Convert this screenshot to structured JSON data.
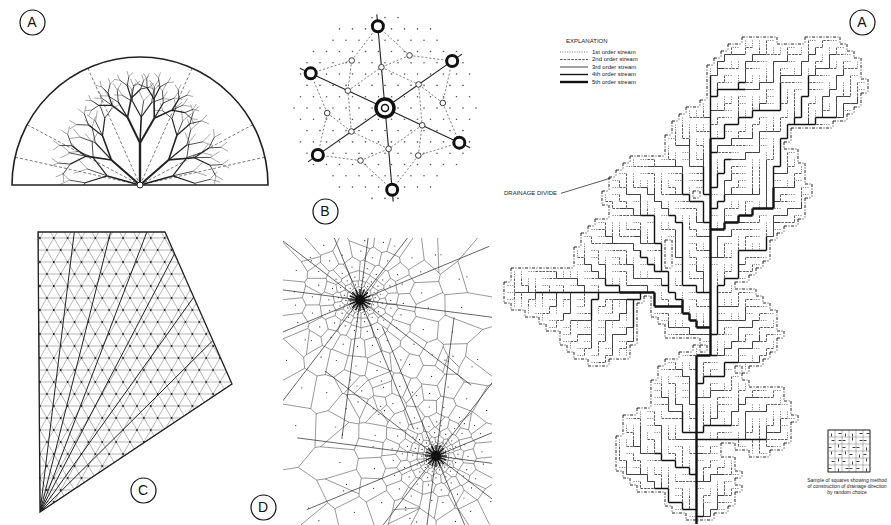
{
  "diagram": {
    "nodes": [
      {
        "text": [
          "A"
        ]
      },
      {
        "text": [
          "B"
        ]
      },
      {
        "text": [
          "A"
        ]
      },
      {
        "text": [
          "C"
        ]
      },
      {
        "text": [
          "D"
        ]
      }
    ],
    "labels": [
      "EXPLANATION",
      "DRAINAGE DIVIDE",
      "Sample of squares showing method of construction of drainage direction by random choice"
    ],
    "legend": [
      {
        "text": "1st order stream"
      },
      {
        "text": "2nd order stream"
      },
      {
        "text": "3rd order stream"
      },
      {
        "text": "4th order stream"
      },
      {
        "text": "5th order stream"
      }
    ]
  }
}
